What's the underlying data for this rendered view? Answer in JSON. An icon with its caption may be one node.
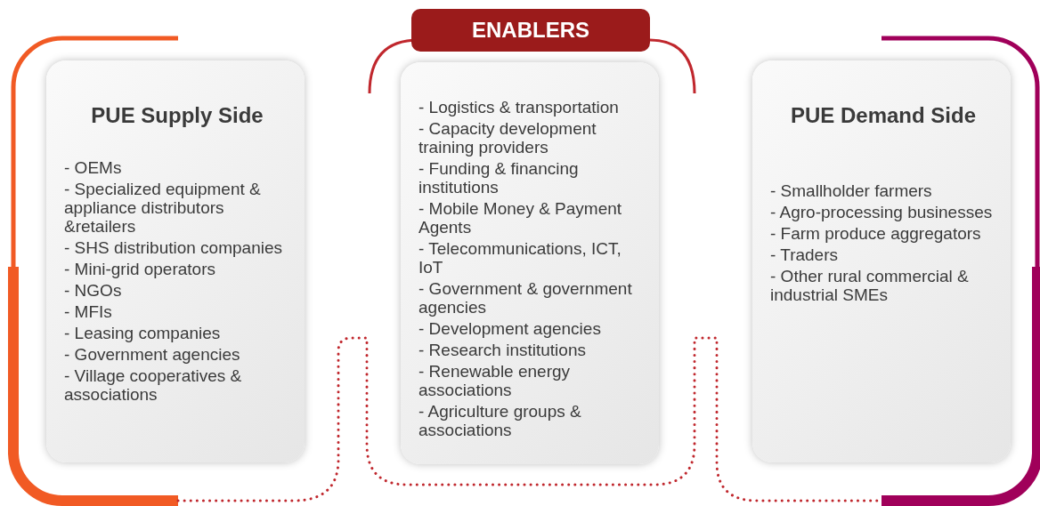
{
  "diagram": {
    "nodes": [
      {
        "text": [
          "PUE Supply Side",
          "- OEMs",
          "- Specialized equipment & appliance distributors &retailers",
          "- SHS distribution companies",
          "- Mini-grid operators",
          "- NGOs",
          "- MFIs",
          "- Leasing companies",
          "- Government agencies",
          "- Village cooperatives & associations"
        ]
      },
      {
        "text": [
          "ENABLERS"
        ]
      },
      {
        "text": [
          "- Logistics & transportation",
          "- Capacity development training providers",
          "- Funding & financing institutions",
          "- Mobile Money & Payment Agents",
          "- Telecommunications, ICT, IoT",
          "- Government & government agencies",
          "- Development agencies",
          "- Research institutions",
          "- Renewable energy associations",
          "- Agriculture groups & associations"
        ]
      },
      {
        "text": [
          "PUE Demand Side",
          "- Smallholder farmers",
          "- Agro-processing businesses",
          "- Farm produce aggregators",
          "- Traders",
          "- Other rural commercial & industrial SMEs"
        ]
      }
    ]
  }
}
